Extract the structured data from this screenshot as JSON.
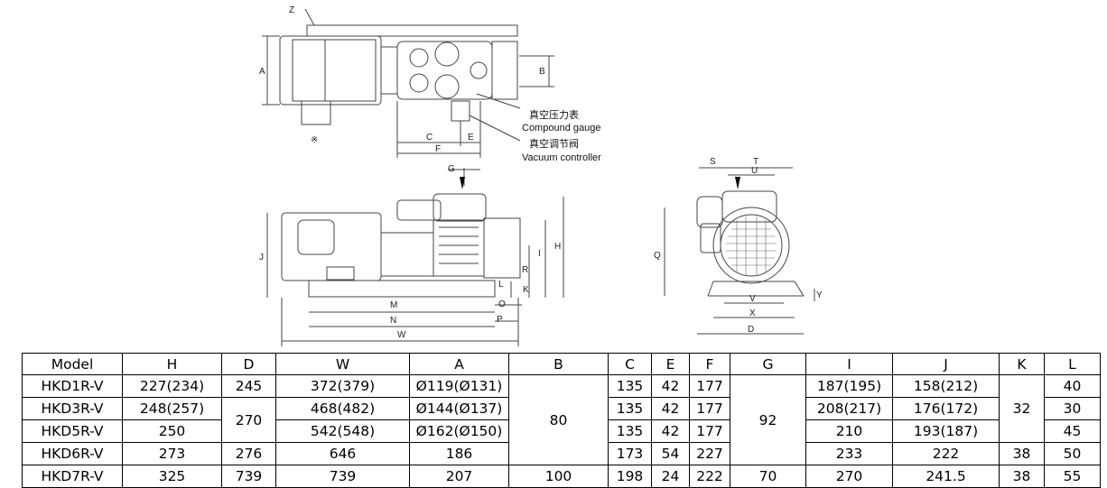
{
  "drawing": {
    "labels": {
      "z": "Z",
      "a": "A",
      "b": "B",
      "c": "C",
      "e": "E",
      "f": "F",
      "g": "G",
      "h": "H",
      "i": "I",
      "j": "J",
      "k": "K",
      "l": "L",
      "m": "M",
      "n": "N",
      "o": "O",
      "p": "P",
      "r": "R",
      "w": "W",
      "s": "S",
      "t": "T",
      "u": "U",
      "q": "Q",
      "v": "V",
      "x": "X",
      "d": "D",
      "y": "Y"
    },
    "marker": "※",
    "compound_cn": "真空压力表",
    "compound_en": "Compound gauge",
    "controller_cn": "真空调节阀",
    "controller_en": "Vacuum controller"
  },
  "table": {
    "headers": [
      "Model",
      "H",
      "D",
      "W",
      "A",
      "B",
      "C",
      "E",
      "F",
      "G",
      "I",
      "J",
      "K",
      "L"
    ],
    "rows": [
      [
        "HKD1R-V",
        "227(234)",
        "245",
        "372(379)",
        "Ø119(Ø131)",
        "80",
        "135",
        "42",
        "177",
        "92",
        "187(195)",
        "158(212)",
        "32",
        "40"
      ],
      [
        "HKD3R-V",
        "248(257)",
        "270",
        "468(482)",
        "Ø144(Ø137)",
        "",
        "135",
        "42",
        "177",
        "",
        "208(217)",
        "176(172)",
        "",
        "30"
      ],
      [
        "HKD5R-V",
        "250",
        "",
        "542(548)",
        "Ø162(Ø150)",
        "",
        "135",
        "42",
        "177",
        "",
        "210",
        "193(187)",
        "",
        "45"
      ],
      [
        "HKD6R-V",
        "273",
        "276",
        "646",
        "186",
        "",
        "173",
        "54",
        "227",
        "",
        "233",
        "222",
        "38",
        "50"
      ],
      [
        "HKD7R-V",
        "325",
        "739",
        "739",
        "207",
        "100",
        "198",
        "24",
        "222",
        "70",
        "270",
        "241.5",
        "38",
        "55"
      ]
    ]
  }
}
